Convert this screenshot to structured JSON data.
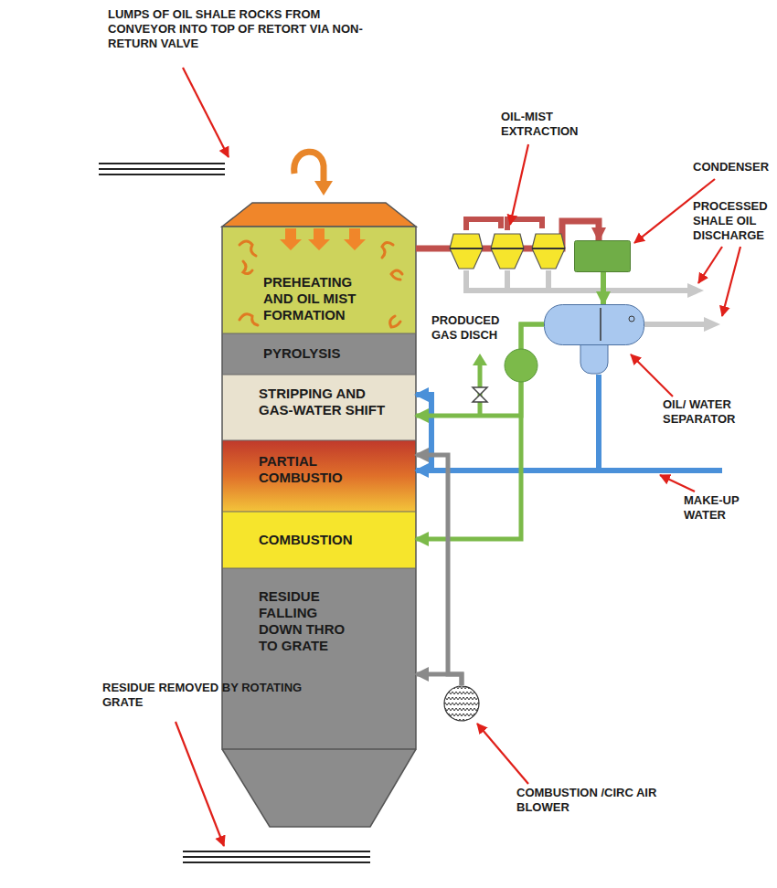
{
  "diagram": {
    "nodes": [
      {
        "text": [
          "PREHEATING AND OIL MIST FORMATION"
        ]
      },
      {
        "text": [
          "PYROLYSIS"
        ]
      },
      {
        "text": [
          "STRIPPING AND GAS-WATER SHIFT"
        ]
      },
      {
        "text": [
          "PARTIAL COMBUSTIO"
        ]
      },
      {
        "text": [
          "COMBUSTION"
        ]
      },
      {
        "text": [
          "RESIDUE FALLING DOWN THRO TO GRATE"
        ]
      },
      {
        "text": [
          "CONDENSER"
        ]
      },
      {
        "text": [
          "OIL/ WATER SEPARATOR"
        ]
      },
      {
        "text": [
          "COMBUSTION /CIRC AIR BLOWER"
        ]
      }
    ],
    "edges": [
      {
        "from": 0,
        "to": 6,
        "arrow": "to"
      },
      {
        "from": 6,
        "to": 7,
        "arrow": "to"
      },
      {
        "from": 7,
        "to": 2,
        "arrow": "to"
      },
      {
        "from": 7,
        "to": 3,
        "arrow": "to"
      },
      {
        "from": 7,
        "to": 4,
        "arrow": "to"
      },
      {
        "from": 7,
        "to": 2,
        "arrow": "to"
      },
      {
        "from": 8,
        "to": 3,
        "arrow": "to"
      },
      {
        "from": 8,
        "to": 5,
        "arrow": "to"
      }
    ],
    "labels": [
      "LUMPS OF OIL SHALE ROCKS FROM CONVEYOR INTO TOP OF RETORT VIA NON-RETURN VALVE",
      "OIL-MIST EXTRACTION",
      "PROCESSED SHALE OIL DISCHARGE",
      "PRODUCED GAS DISCH",
      "MAKE-UP WATER",
      "RESIDUE REMOVED BY ROTATING GRATE"
    ]
  }
}
